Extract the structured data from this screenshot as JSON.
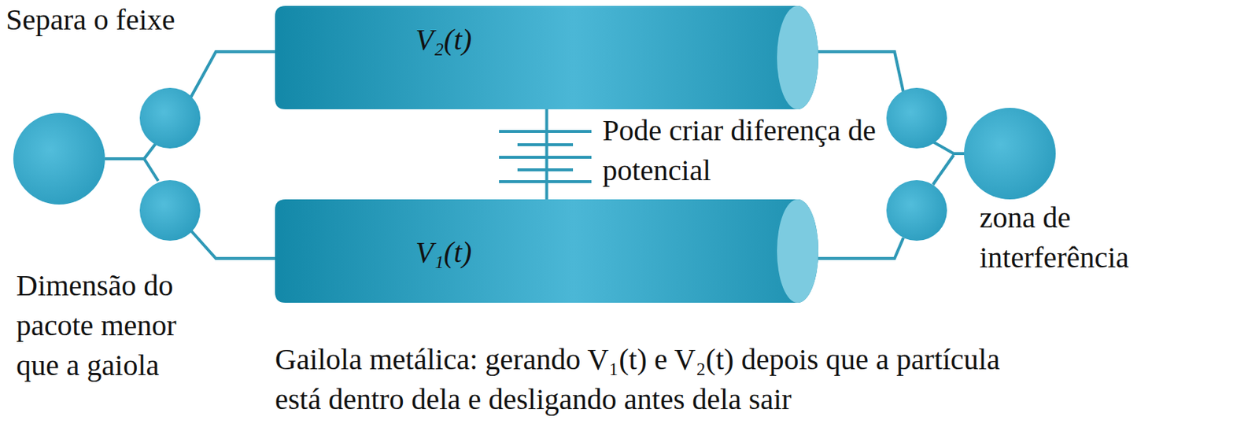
{
  "diagram": {
    "nodes": [
      {
        "text": [
          "V₂(t)"
        ]
      },
      {
        "text": [
          "V₁(t)"
        ]
      }
    ],
    "edges": [
      {
        "from": 0,
        "to": 1,
        "arrow": "none"
      }
    ],
    "labels": [
      "Separa o feixe",
      "Pode criar diferença de potencial",
      "zona de interferência",
      "Dimensão do pacote menor que a gaiola",
      "Gailola metálica: gerando V₁(t) e V₂(t) depois que a partícula está dentro dela e desligando antes dela sair"
    ]
  }
}
